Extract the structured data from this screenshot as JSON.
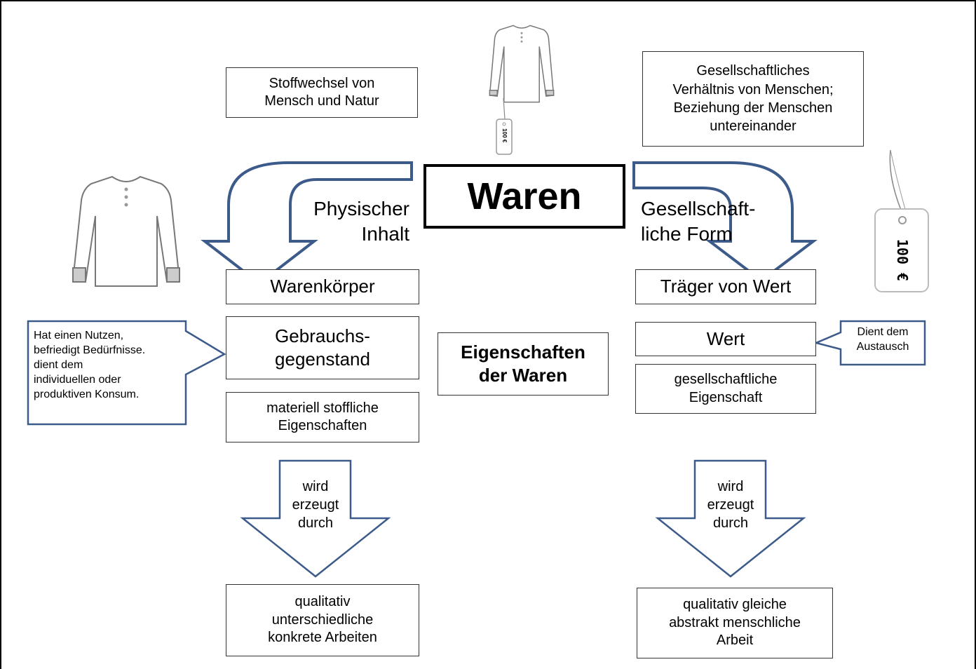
{
  "center": {
    "title": "Waren"
  },
  "top_left_note": "Stoffwechsel von\nMensch und Natur",
  "top_right_note": "Gesellschaftliches\nVerhältnis von Menschen;\nBeziehung der Menschen\nuntereinander",
  "left_branch": {
    "arrow_label": "Physischer\nInhalt",
    "box1": "Warenkörper",
    "box2": "Gebrauchs-\ngegenstand",
    "box3": "materiell stoffliche\nEigenschaften",
    "down_arrow_label": "wird\nerzeugt\ndurch",
    "result": "qualitativ\nunterschiedliche\nkonkrete Arbeiten"
  },
  "right_branch": {
    "arrow_label": "Gesellschaft-\nliche Form",
    "box1": "Träger von Wert",
    "box2": "Wert",
    "box3": "gesellschaftliche\nEigenschaft",
    "down_arrow_label": "wird\nerzeugt\ndurch",
    "result": "qualitativ gleiche\nabstrakt menschliche\nArbeit"
  },
  "middle_label": "Eigenschaften\nder Waren",
  "callout_left": "Hat einen Nutzen,\nbefriedigt Bedürfnisse.\ndient dem\nindividuellen oder\nproduktiven Konsum.",
  "callout_right": "Dient dem\nAustausch",
  "price_tag_small": "100 €",
  "price_tag_large": "100 €",
  "colors": {
    "arrow_blue": "#3c5a8a",
    "line": "#333333"
  },
  "icons": [
    "shirt-icon",
    "price-tag-icon"
  ]
}
